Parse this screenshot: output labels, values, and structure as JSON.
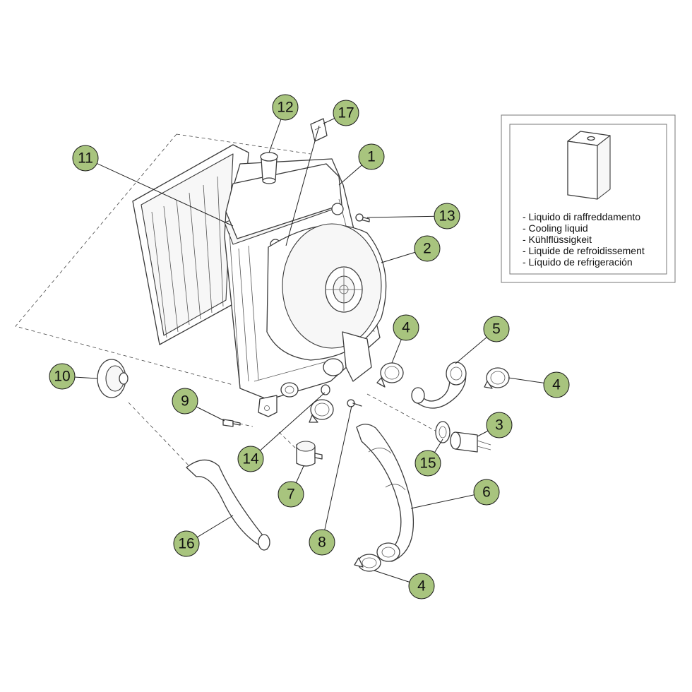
{
  "callouts": [
    {
      "id": "c1",
      "label": "1"
    },
    {
      "id": "c2",
      "label": "2"
    },
    {
      "id": "c3",
      "label": "3"
    },
    {
      "id": "c4a",
      "label": "4"
    },
    {
      "id": "c4b",
      "label": "4"
    },
    {
      "id": "c4c",
      "label": "4"
    },
    {
      "id": "c5",
      "label": "5"
    },
    {
      "id": "c6",
      "label": "6"
    },
    {
      "id": "c7",
      "label": "7"
    },
    {
      "id": "c8",
      "label": "8"
    },
    {
      "id": "c9",
      "label": "9"
    },
    {
      "id": "c10",
      "label": "10"
    },
    {
      "id": "c11",
      "label": "11"
    },
    {
      "id": "c12",
      "label": "12"
    },
    {
      "id": "c13",
      "label": "13"
    },
    {
      "id": "c14",
      "label": "14"
    },
    {
      "id": "c15",
      "label": "15"
    },
    {
      "id": "c16",
      "label": "16"
    },
    {
      "id": "c17",
      "label": "17"
    }
  ],
  "legend": {
    "icon": "coolant-container-icon",
    "lines": [
      "- Liquido di raffreddamento",
      "- Cooling liquid",
      "- Kühlflüssigkeit",
      "- Liquide de refroidissement",
      "- Líquido de refrigeración"
    ]
  },
  "colors": {
    "badge": "#a8c47e",
    "line": "#3a3a3a"
  }
}
